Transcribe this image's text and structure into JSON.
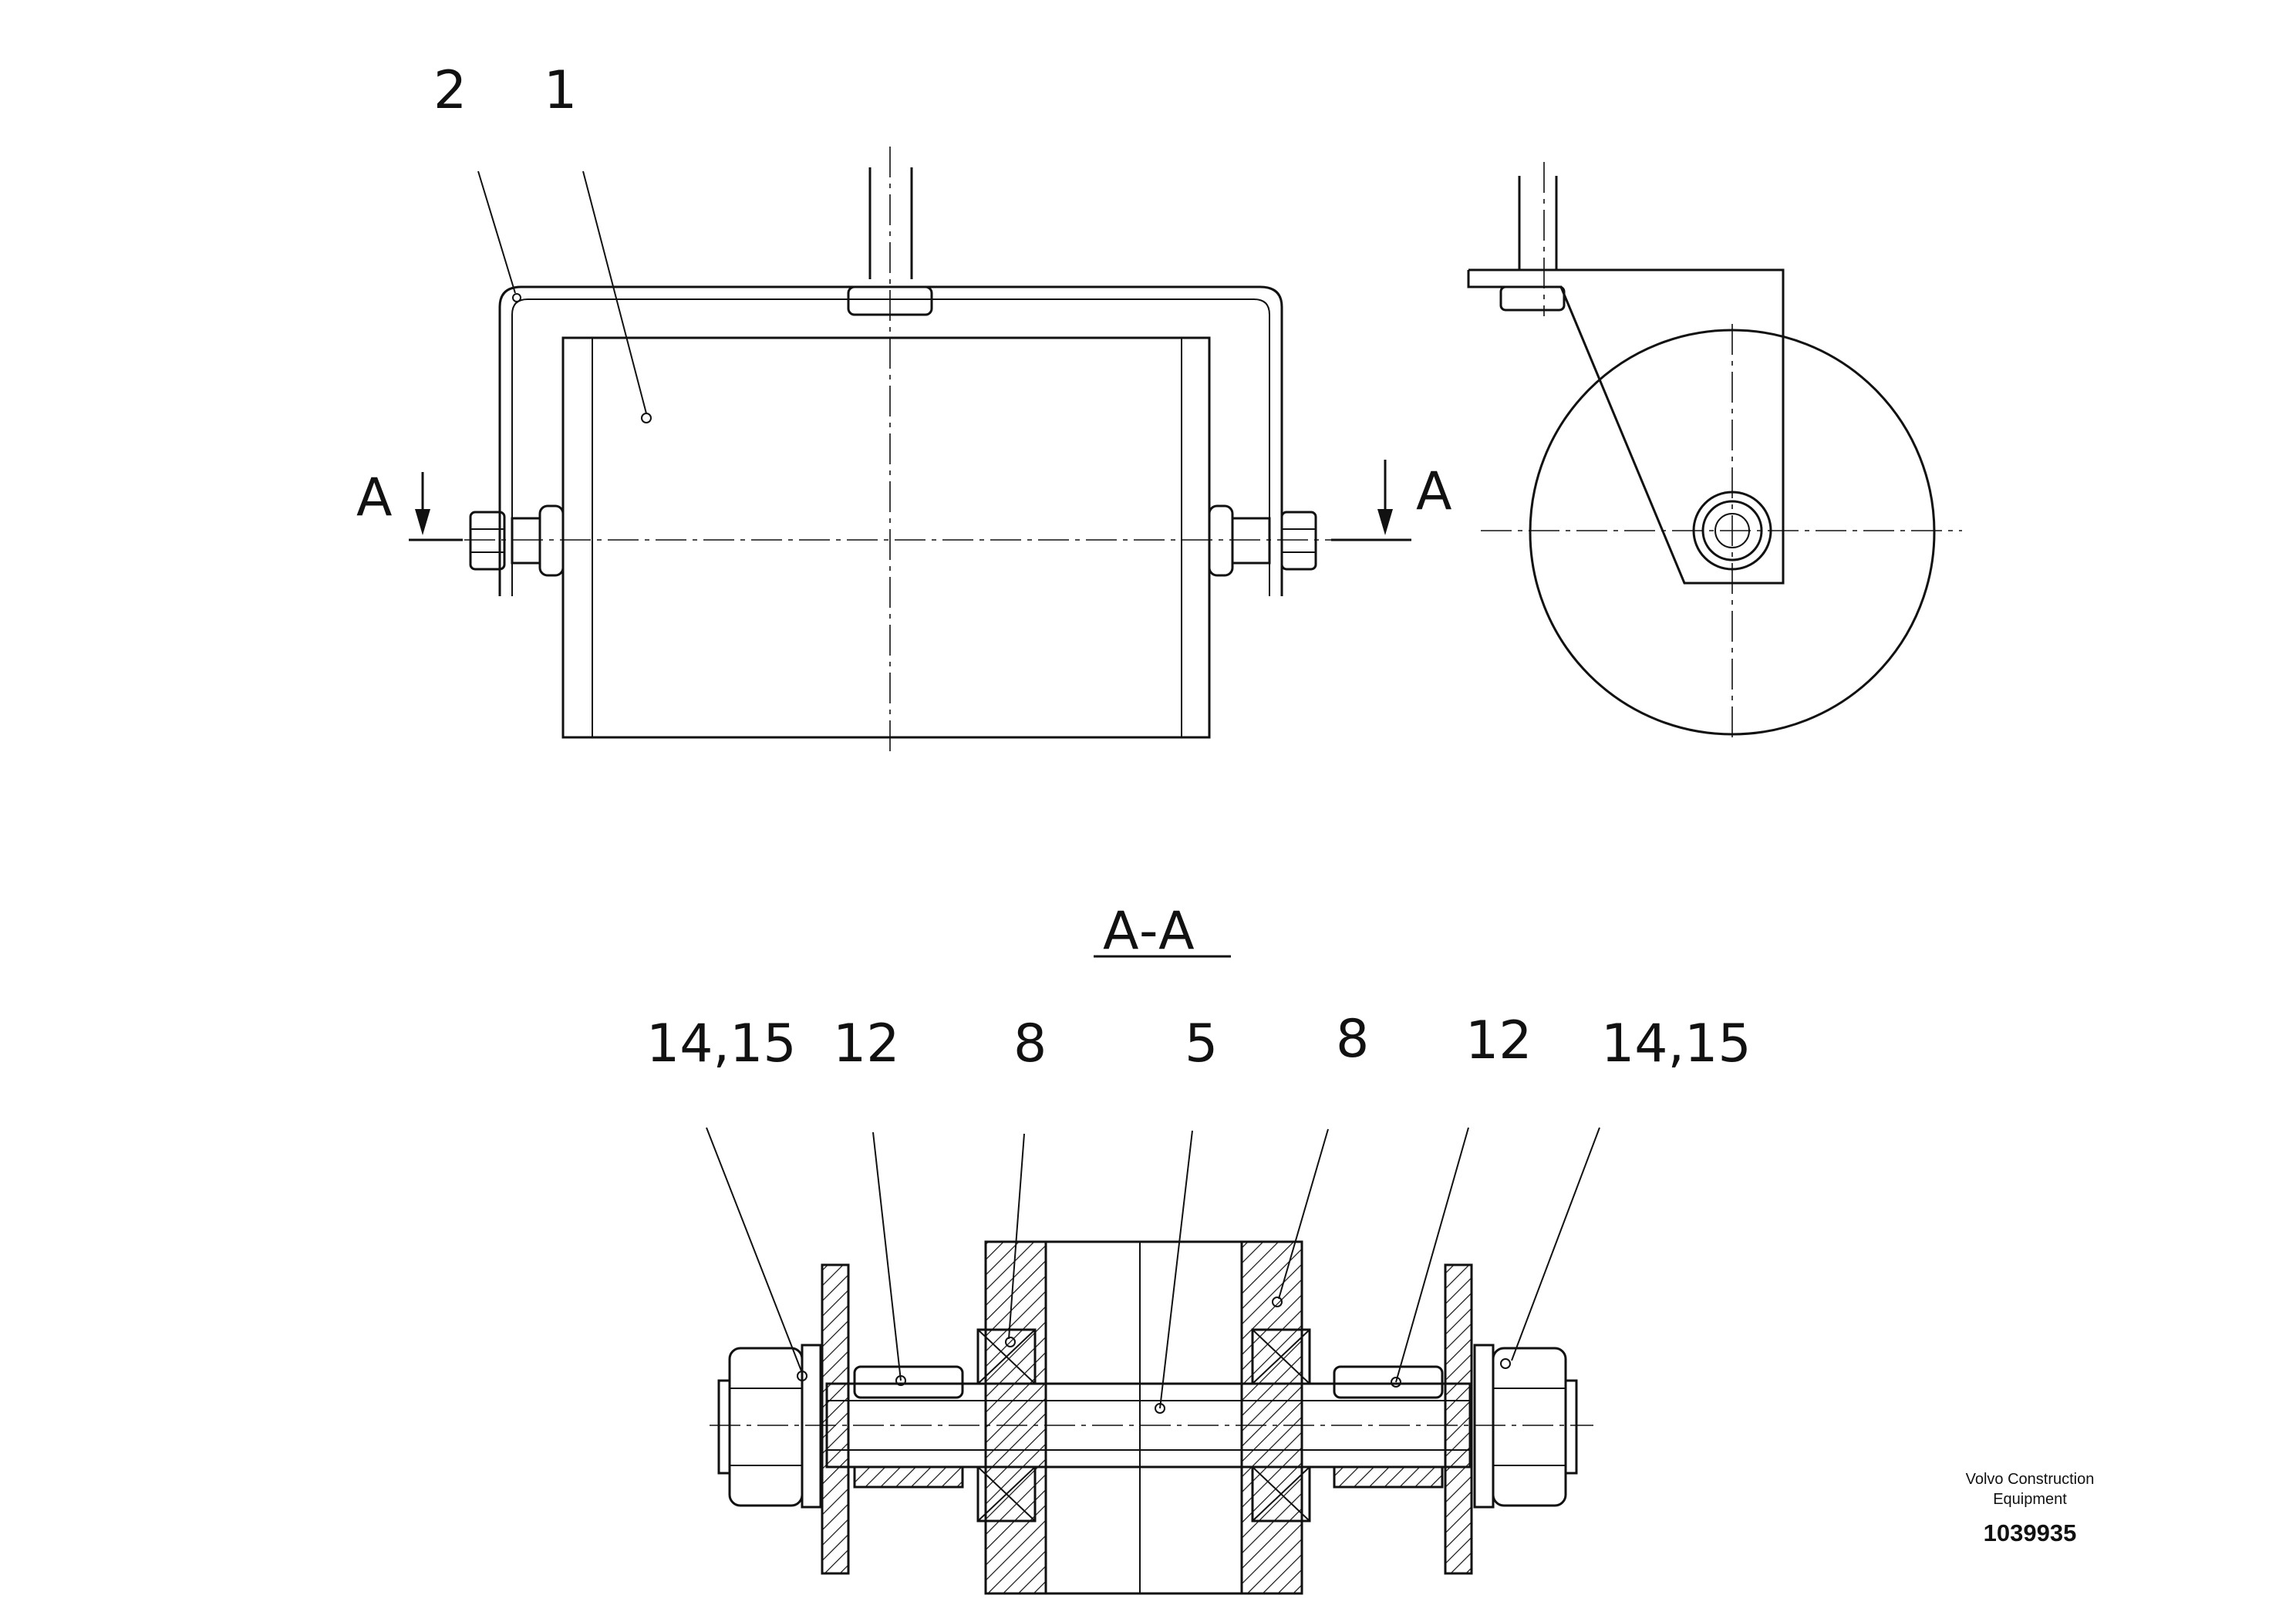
{
  "top_view": {
    "callouts": [
      "2",
      "1"
    ],
    "section_marks": [
      "A",
      "A"
    ]
  },
  "section_view": {
    "title": "A-A",
    "callouts": [
      "14,15",
      "12",
      "8",
      "5",
      "8",
      "12",
      "14,15"
    ]
  },
  "footer": {
    "brand_line1": "Volvo Construction",
    "brand_line2": "Equipment",
    "drawing_number": "1039935"
  }
}
